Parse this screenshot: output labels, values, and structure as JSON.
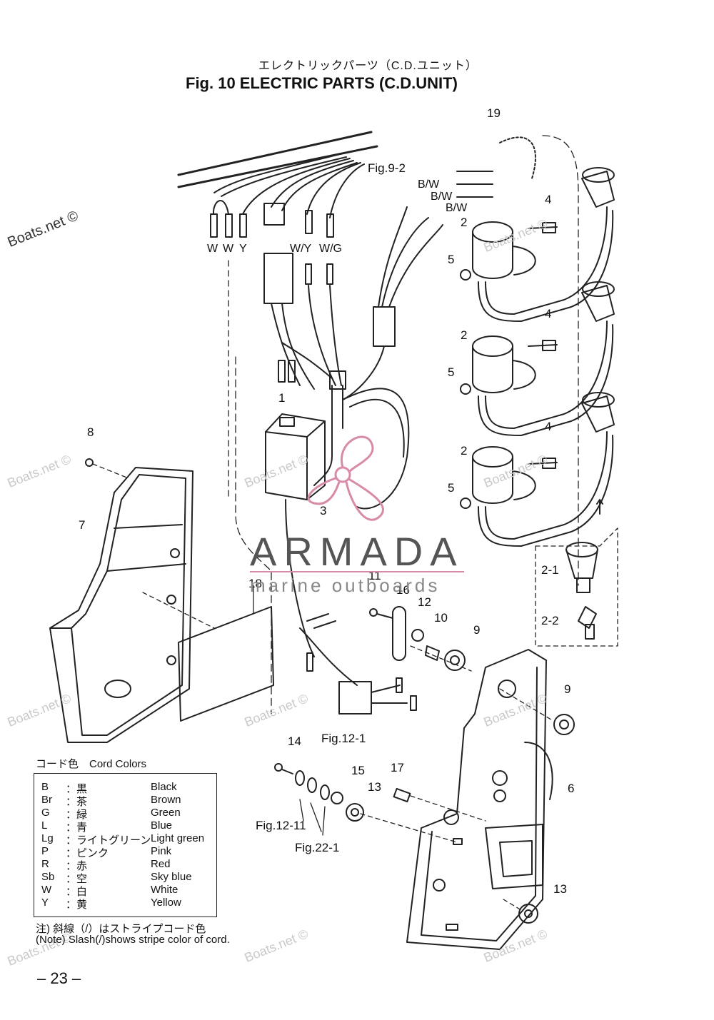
{
  "title": {
    "jp": "エレクトリックパーツ（C.D.ユニット）",
    "en": "Fig. 10    ELECTRIC PARTS (C.D.UNIT)"
  },
  "wire_labels": [
    "W",
    "W",
    "Y",
    "W/Y",
    "W/G",
    "B/W",
    "B/W",
    "B/W"
  ],
  "part_labels": {
    "p1": "1",
    "p2a": "2",
    "p2b": "2",
    "p2c": "2",
    "p2_1": "2-1",
    "p2_2": "2-2",
    "p3": "3",
    "p4a": "4",
    "p4b": "4",
    "p4c": "4",
    "p5a": "5",
    "p5b": "5",
    "p5c": "5",
    "p6": "6",
    "p7": "7",
    "p8": "8",
    "p9a": "9",
    "p9b": "9",
    "p10": "10",
    "p11": "11",
    "p12": "12",
    "p13a": "13",
    "p13b": "13",
    "p14": "14",
    "p15": "15",
    "p16": "16",
    "p17": "17",
    "p18": "18",
    "p19": "19"
  },
  "fig_refs": {
    "fig9_2": "Fig.9-2",
    "fig12_1": "Fig.12-1",
    "fig12_11": "Fig.12-11",
    "fig22_1": "Fig.22-1"
  },
  "legend": {
    "title": "コード色　Cord Colors",
    "rows": [
      {
        "code": "B",
        "jp": "：黒",
        "en": "Black"
      },
      {
        "code": "Br",
        "jp": "：茶",
        "en": "Brown"
      },
      {
        "code": "G",
        "jp": "：緑",
        "en": "Green"
      },
      {
        "code": "L",
        "jp": "：青",
        "en": "Blue"
      },
      {
        "code": "Lg",
        "jp": "：ライトグリーン",
        "en": "Light green"
      },
      {
        "code": "P",
        "jp": "：ピンク",
        "en": "Pink"
      },
      {
        "code": "R",
        "jp": "：赤",
        "en": "Red"
      },
      {
        "code": "Sb",
        "jp": "：空",
        "en": "Sky blue"
      },
      {
        "code": "W",
        "jp": "：白",
        "en": "White"
      },
      {
        "code": "Y",
        "jp": "：黄",
        "en": "Yellow"
      }
    ]
  },
  "notes": {
    "jp": "注) 斜線（/）はストライプコード色",
    "en": "(Note) Slash(/)shows stripe color of cord."
  },
  "page_number": "– 23 –",
  "watermarks": {
    "boats": "Boats.net ©",
    "armada_name": "ARMADA",
    "armada_sub": "marine outboards"
  },
  "colors": {
    "line": "#222222",
    "watermark": "#c9c9c9",
    "brand_pink": "#d88aa8"
  }
}
